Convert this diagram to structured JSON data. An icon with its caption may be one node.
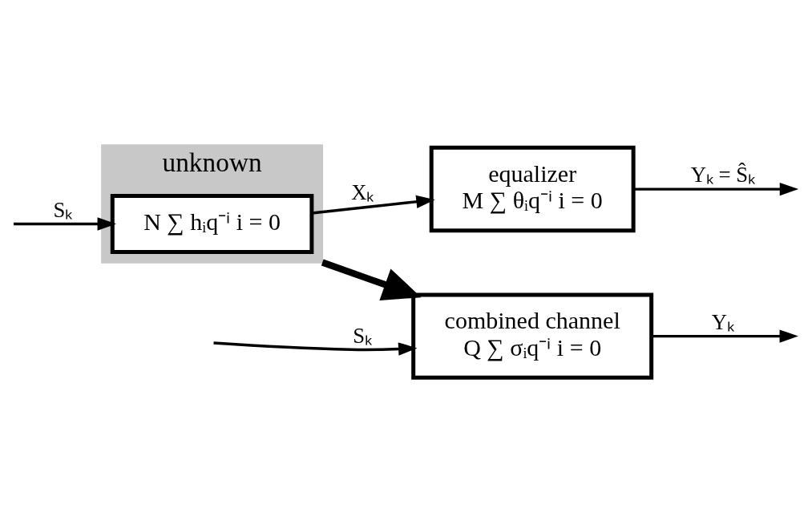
{
  "diagram": {
    "nodes": [
      {
        "text": [
          "combined channel",
          "Q ∑ σᵢq⁻ⁱ i = 0"
        ]
      },
      {
        "text": [
          "unknown"
        ]
      },
      {
        "text": [
          "N ∑ hᵢq⁻ⁱ i = 0"
        ],
        "in": 1
      },
      {
        "text": [
          "equalizer",
          "M ∑ θᵢq⁻ⁱ i = 0"
        ]
      }
    ],
    "edges": [
      {
        "from": null,
        "to": 0,
        "arrow": "to",
        "label": "Sₖ"
      },
      {
        "from": 0,
        "to": null,
        "arrow": "to",
        "label": "Yₖ"
      },
      {
        "from": 1,
        "to": 0,
        "arrow": "to",
        "style": "thick"
      },
      {
        "from": null,
        "to": 2,
        "arrow": "to",
        "label": "Sₖ"
      },
      {
        "from": 2,
        "to": 3,
        "arrow": "to",
        "label": "Xₖ"
      },
      {
        "from": 3,
        "to": null,
        "arrow": "to",
        "label": "Yₖ = Ŝₖ"
      }
    ]
  }
}
